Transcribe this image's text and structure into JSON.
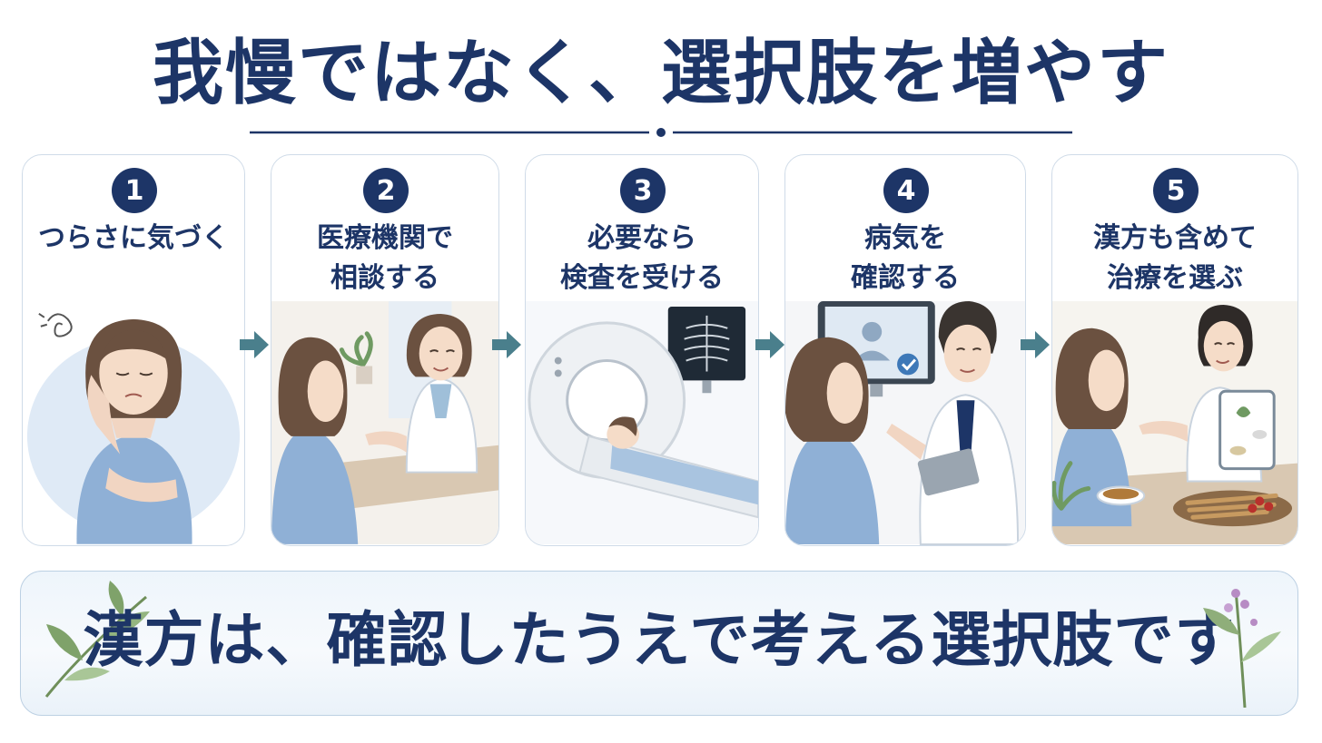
{
  "title": "我慢ではなく、選択肢を増やす",
  "steps": [
    {
      "number": "1",
      "label_lines": [
        "つらさに気づく"
      ]
    },
    {
      "number": "2",
      "label_lines": [
        "医療機関で",
        "相談する"
      ]
    },
    {
      "number": "3",
      "label_lines": [
        "必要なら",
        "検査を受ける"
      ]
    },
    {
      "number": "4",
      "label_lines": [
        "病気を",
        "確認する"
      ]
    },
    {
      "number": "5",
      "label_lines": [
        "漢方も含めて",
        "治療を選ぶ"
      ]
    }
  ],
  "banner": {
    "text": "漢方は、確認したうえで考える選択肢です"
  },
  "colors": {
    "navy": "#1d3567",
    "arrow": "#4a7f8c",
    "card_border": "#cfdbe8",
    "sweater": "#8fb0d6",
    "coat": "#ffffff",
    "hair": "#6b5140"
  },
  "icons": [
    "dizzy-swirl-icon",
    "arrow-right-icon",
    "check-icon",
    "herb-leaf-icon"
  ]
}
